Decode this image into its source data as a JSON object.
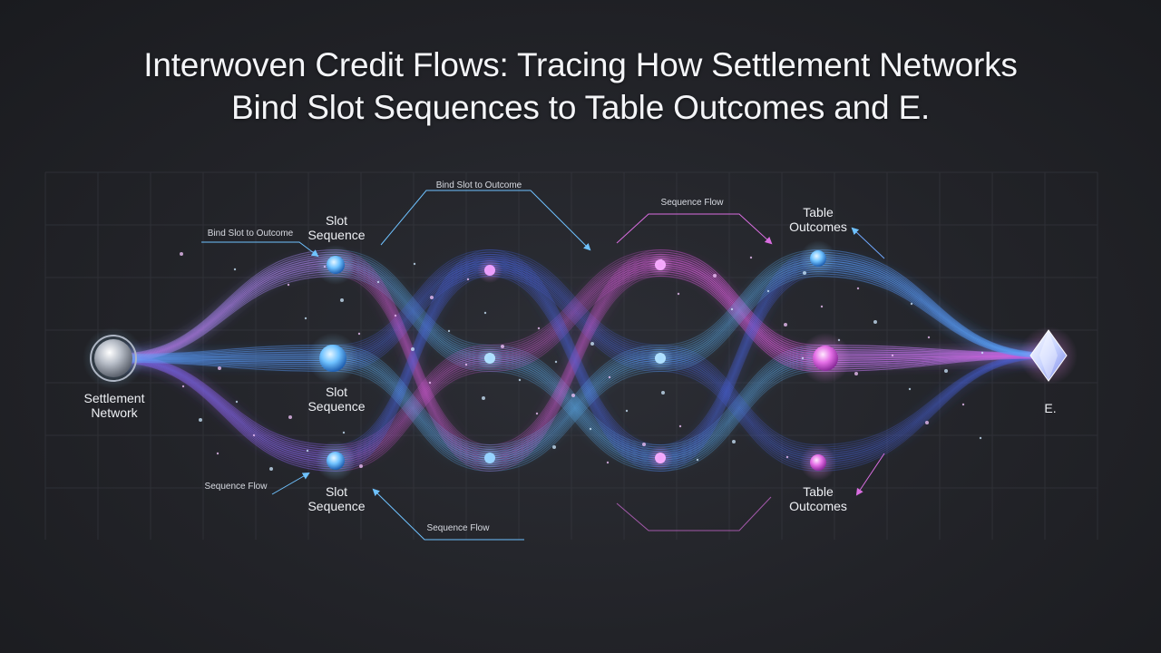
{
  "title": {
    "line1": "Interwoven Credit Flows: Tracing How Settlement Networks",
    "line2": "Bind Slot Sequences to Table Outcomes and E."
  },
  "nodes": {
    "source": {
      "line1": "Settlement",
      "line2": "Network"
    },
    "slot_top": {
      "line1": "Slot",
      "line2": "Sequence"
    },
    "slot_mid": {
      "line1": "Slot",
      "line2": "Sequence"
    },
    "slot_bot": {
      "line1": "Slot",
      "line2": "Sequence"
    },
    "table_top": {
      "line1": "Table",
      "line2": "Outcomes"
    },
    "table_bot": {
      "line1": "Table",
      "line2": "Outcomes"
    },
    "sink": {
      "label": "E."
    }
  },
  "annotations": {
    "bind_top": "Bind Slot to Outcome",
    "bind_left": "Bind Slot to Outcome",
    "seq_top": "Sequence Flow",
    "seq_left": "Sequence Flow",
    "seq_bottom": "Sequence Flow"
  },
  "colors": {
    "cyan": "#5fb8ff",
    "blue": "#4a63e0",
    "magenta": "#d45ad8",
    "background": "#232428"
  }
}
